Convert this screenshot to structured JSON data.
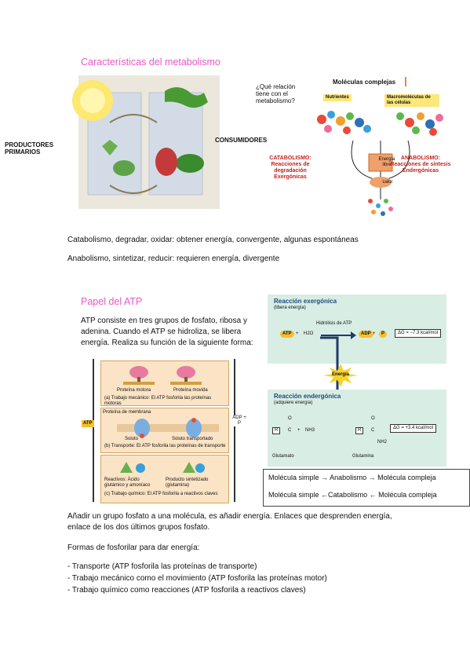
{
  "section1": {
    "title": "Características del metabolismo",
    "left_figure": {
      "productores": "PRODUCTORES PRIMARIOS",
      "consumidores": "CONSUMIDORES"
    },
    "right_figure": {
      "question": "¿Qué relación tiene con el metabolismo?",
      "complex": "Moléculas complejas",
      "nutrientes": "Nutrientes",
      "macromoleculas": "Macromoléculas de las células",
      "catabolismo": "CATABOLISMO: Reacciones de degradación Exergónicas",
      "anabolismo": "ANABOLISMO: Reacciones de síntesis Endergónicas",
      "energia_libre": "Energía libre",
      "calor": "calor"
    },
    "line1": "Catabolismo, degradar, oxidar: obtener energía, convergente, algunas espontáneas",
    "line2": "Anabolismo, sintetizar, reducir: requieren energía, divergente"
  },
  "section2": {
    "title": "Papel del ATP",
    "intro": "ATP consiste en tres grupos de fosfato, ribosa y adenina. Cuando el ATP se hidroliza, se libera energía. Realiza su función de la siguiente forma:",
    "exer": {
      "title": "Reacción exergónica",
      "subtitle": "(libera energía)",
      "hydrolysis": "Hidrólisis de ATP",
      "atp": "ATP",
      "plus1": "+",
      "h2o": "H2O",
      "adp": "ADP",
      "plus2": "+",
      "pi": "P",
      "dg": "ΔG = −7.3 kcal/mol"
    },
    "energia": "Energía",
    "ender": {
      "title": "Reacción endergónica",
      "subtitle": "(adquiere energía)",
      "r1": "R",
      "c1": "C",
      "o1": "O",
      "plus": "+",
      "nh3": "NH3",
      "r2": "R",
      "c2": "C",
      "o2": "O",
      "nh2": "NH2",
      "glutamato": "Glutamato",
      "glutamina": "Glutamina",
      "dg": "ΔG = +3.4 kcal/mol"
    },
    "compare": {
      "row1": [
        "Molécula simple",
        "Anabolismo",
        "Molécula compleja"
      ],
      "row2": [
        "Molécula simple",
        "Catabolismo",
        "Molécula compleja"
      ]
    },
    "work_figure": {
      "atp": "ATP",
      "adp": "ADP + P",
      "p_motora": "Proteína motora",
      "p_movida": "Proteína movida",
      "a_caption": "(a) Trabajo mecánico: El ATP fosforila las proteínas motoras",
      "membrana": "Proteína de membrana",
      "soluto": "Soluto",
      "soluto_t": "Soluto transportado",
      "b_caption": "(b) Transporte: El ATP fosforila las proteínas de transporte",
      "reactivos": "Reactivos: Ácido glutámico y amoníaco",
      "producto": "Producto sintetizado (glutamina)",
      "c_caption": "(c) Trabajo químico: El ATP fosforila a reactivos claves"
    },
    "para1": "Añadir un grupo fosfato a una molécula, es añadir energía. Enlaces que desprenden energía, enlace de los dos últimos grupos fosfato.",
    "para2": "Formas de fosforilar para dar energía:",
    "bullets": [
      "- Transporte (ATP fosforila las proteínas de transporte)",
      "- Trabajo mecánico como el movimiento (ATP fosforila las proteínas motor)",
      "- Trabajo químico como reacciones (ATP fosforila a reactivos claves)"
    ]
  },
  "colors": {
    "title_pink": "#e858c8",
    "panel_green": "#d8ede4",
    "accent_red": "#c4221c",
    "panel_orange": "#fbe3c5"
  }
}
